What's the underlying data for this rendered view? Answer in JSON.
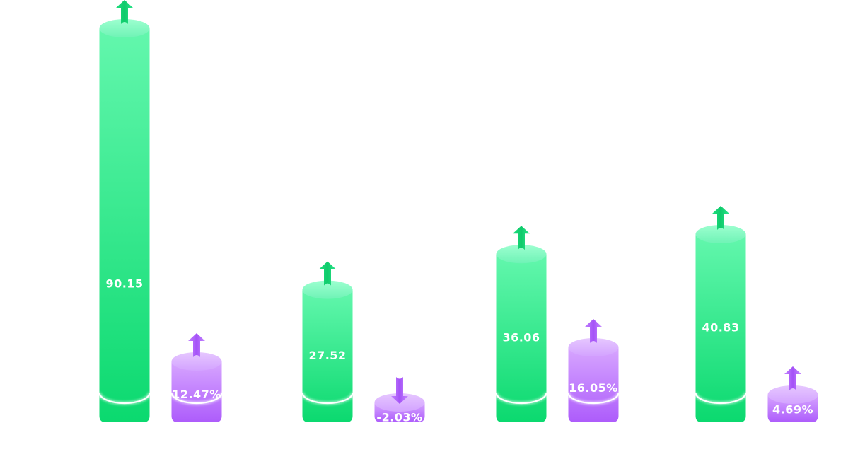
{
  "chart_data": {
    "type": "bar",
    "title": "",
    "xlabel": "",
    "ylabel": "",
    "categories": [
      "",
      "",
      "",
      ""
    ],
    "series": [
      {
        "values": [
          90.15,
          27.52,
          36.06,
          40.83
        ],
        "labels": [
          "90.15",
          "27.52",
          "36.06",
          "40.83"
        ],
        "color": "#12dc78",
        "trend": [
          "up",
          "up",
          "up",
          "up"
        ]
      },
      {
        "values": [
          12.47,
          -2.03,
          16.05,
          4.69
        ],
        "labels": [
          "12.47%",
          "-2.03%",
          "16.05%",
          "4.69%"
        ],
        "color": "#b46cff",
        "trend": [
          "up",
          "down",
          "up",
          "up"
        ]
      }
    ],
    "grid": false,
    "legend": "none"
  }
}
